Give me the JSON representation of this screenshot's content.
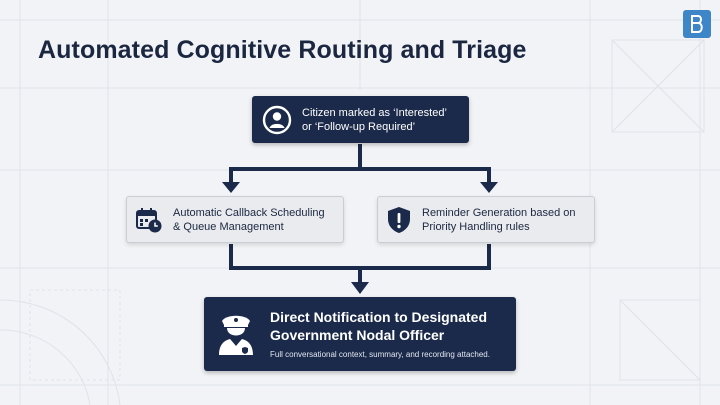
{
  "slide": {
    "title": "Automated Cognitive Routing and Triage"
  },
  "flow": {
    "top": {
      "line1": "Citizen marked as ‘Interested’",
      "line2": "or ‘Follow-up Required’",
      "icon": "user-icon"
    },
    "left": {
      "line1": "Automatic Callback Scheduling",
      "line2": "& Queue Management",
      "icon": "calendar-clock-icon"
    },
    "right": {
      "line1": "Reminder Generation based on",
      "line2": "Priority Handling rules",
      "icon": "shield-alert-icon"
    },
    "bottom": {
      "title_line1": "Direct Notification to Designated",
      "title_line2": "Government Nodal Officer",
      "subtitle": "Full conversational context, summary, and recording attached.",
      "icon": "officer-icon"
    }
  },
  "colors": {
    "navy": "#1b2a4a",
    "light_box": "#e9ebef",
    "logo": "#3f86c9",
    "background": "#f1f3f6"
  }
}
